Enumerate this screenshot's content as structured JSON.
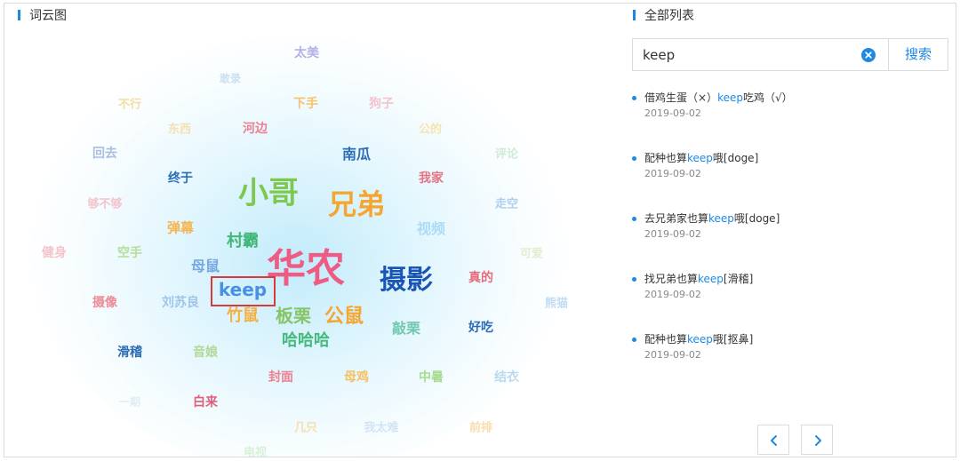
{
  "word_cloud": {
    "title": "词云图",
    "highlighted_word": "keep",
    "words": [
      {
        "text": "太美",
        "color": "#b3b3e6",
        "size": 14
      },
      {
        "text": "敢录",
        "color": "#cce0f0",
        "size": 12
      },
      {
        "text": "不行",
        "color": "#f5dca0",
        "size": 13
      },
      {
        "text": "下手",
        "color": "#f7c270",
        "size": 14
      },
      {
        "text": "狗子",
        "color": "#f4c3cc",
        "size": 14
      },
      {
        "text": "东西",
        "color": "#f5e2b0",
        "size": 13
      },
      {
        "text": "河边",
        "color": "#ec7f8f",
        "size": 14
      },
      {
        "text": "公的",
        "color": "#f7e2b0",
        "size": 13
      },
      {
        "text": "回去",
        "color": "#a8bfe0",
        "size": 14
      },
      {
        "text": "南瓜",
        "color": "#2d6db5",
        "size": 16
      },
      {
        "text": "评论",
        "color": "#d0ead8",
        "size": 13
      },
      {
        "text": "终于",
        "color": "#2d6db5",
        "size": 14
      },
      {
        "text": "小哥",
        "color": "#7ec850",
        "size": 34
      },
      {
        "text": "兄弟",
        "color": "#f6a630",
        "size": 32
      },
      {
        "text": "我家",
        "color": "#e47585",
        "size": 14
      },
      {
        "text": "够不够",
        "color": "#f4c4ce",
        "size": 13
      },
      {
        "text": "走空",
        "color": "#aed0ec",
        "size": 13
      },
      {
        "text": "弹幕",
        "color": "#f6b550",
        "size": 15
      },
      {
        "text": "村霸",
        "color": "#40b778",
        "size": 18
      },
      {
        "text": "视频",
        "color": "#abdcf5",
        "size": 16
      },
      {
        "text": "健身",
        "color": "#f5c5cc",
        "size": 14
      },
      {
        "text": "空手",
        "color": "#b6dd9a",
        "size": 14
      },
      {
        "text": "华农",
        "color": "#ee5b83",
        "size": 44
      },
      {
        "text": "可爱",
        "color": "#e1efd0",
        "size": 13
      },
      {
        "text": "母鼠",
        "color": "#78a8e0",
        "size": 16
      },
      {
        "text": "摄影",
        "color": "#1a55b5",
        "size": 30
      },
      {
        "text": "真的",
        "color": "#e66b7e",
        "size": 14
      },
      {
        "text": "keep",
        "color": "#4a90e2",
        "size": 20
      },
      {
        "text": "摄像",
        "color": "#ed8c97",
        "size": 14
      },
      {
        "text": "刘苏良",
        "color": "#a0c4e8",
        "size": 14
      },
      {
        "text": "熊猫",
        "color": "#c2ddf2",
        "size": 13
      },
      {
        "text": "竹鼠",
        "color": "#f7b040",
        "size": 18
      },
      {
        "text": "板栗",
        "color": "#86c567",
        "size": 20
      },
      {
        "text": "公鼠",
        "color": "#f6a630",
        "size": 22
      },
      {
        "text": "敲栗",
        "color": "#72c8b0",
        "size": 16
      },
      {
        "text": "好吃",
        "color": "#2d6db5",
        "size": 14
      },
      {
        "text": "哈哈哈",
        "color": "#44bb7c",
        "size": 18
      },
      {
        "text": "滑稽",
        "color": "#2d6db5",
        "size": 14
      },
      {
        "text": "音娘",
        "color": "#b0d995",
        "size": 14
      },
      {
        "text": "封面",
        "color": "#ee8190",
        "size": 14
      },
      {
        "text": "母鸡",
        "color": "#f6c060",
        "size": 14
      },
      {
        "text": "中暑",
        "color": "#a6dc8e",
        "size": 14
      },
      {
        "text": "结衣",
        "color": "#b9d9ee",
        "size": 14
      },
      {
        "text": "一期",
        "color": "#deedf6",
        "size": 12
      },
      {
        "text": "白来",
        "color": "#e15d79",
        "size": 14
      },
      {
        "text": "几只",
        "color": "#f6dfa8",
        "size": 13
      },
      {
        "text": "我太难",
        "color": "#d2e5f5",
        "size": 13
      },
      {
        "text": "前排",
        "color": "#f7ddb0",
        "size": 13
      },
      {
        "text": "电视",
        "color": "#d8efd8",
        "size": 13
      }
    ]
  },
  "list_panel": {
    "title": "全部列表",
    "search": {
      "value": "keep",
      "button_label": "搜索"
    },
    "results": [
      {
        "before": "借鸡生蛋（×）",
        "keyword": "keep",
        "after": "吃鸡（√）",
        "date": "2019-09-02"
      },
      {
        "before": "配种也算",
        "keyword": "keep",
        "after": "哦[doge]",
        "date": "2019-09-02"
      },
      {
        "before": "去兄弟家也算",
        "keyword": "keep",
        "after": "哦[doge]",
        "date": "2019-09-02"
      },
      {
        "before": "找兄弟也算",
        "keyword": "keep",
        "after": "[滑稽]",
        "date": "2019-09-02"
      },
      {
        "before": "配种也算",
        "keyword": "keep",
        "after": "哦[抠鼻]",
        "date": "2019-09-02"
      }
    ],
    "pagination": {
      "prev_icon": "chevron-left-icon",
      "next_icon": "chevron-right-icon"
    }
  },
  "colors": {
    "accent": "#1e88e5",
    "highlight_border": "#d63b3b"
  }
}
